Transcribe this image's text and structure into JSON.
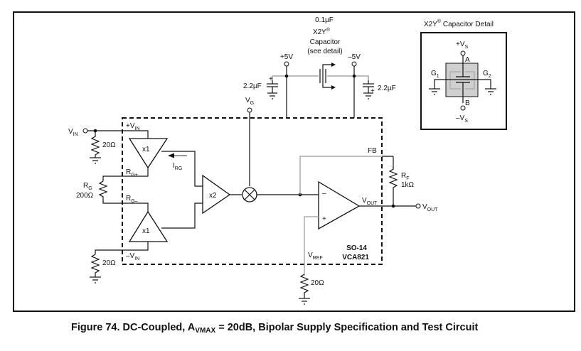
{
  "figure": {
    "caption_prefix": "Figure 74. DC-Coupled, A",
    "caption_sub": "VMAX",
    "caption_suffix": " = 20dB, Bipolar Supply Specification and Test Circuit"
  },
  "supply": {
    "x2y_value": "0.1µF",
    "x2y_name": "X2Y",
    "x2y_reg": "®",
    "x2y_type": "Capacitor",
    "x2y_note": "(see detail)",
    "pos_rail": "+5V",
    "neg_rail": "–5V",
    "cap_left": "2.2µF",
    "cap_right": "2.2µF",
    "plus": "+"
  },
  "detail": {
    "title_main": "X2Y",
    "title_reg": "®",
    "title_rest": " Capacitor Detail",
    "top_V": "+V",
    "top_sub": "S",
    "bottom_V": "–V",
    "bottom_sub": "S",
    "pin_a": "A",
    "pin_b": "B",
    "g1": "G",
    "g1_sub": "1",
    "g2": "G",
    "g2_sub": "2"
  },
  "circuit": {
    "vg": "V",
    "vg_sub": "G",
    "vin": "V",
    "vin_sub": "IN",
    "pvin": "+V",
    "pvin_sub": "IN",
    "nvin": "–V",
    "nvin_sub": "IN",
    "r_in_top": "20Ω",
    "r_in_bot": "20Ω",
    "rg": "R",
    "rg_sub": "G",
    "rg_value": "200Ω",
    "rgp": "R",
    "rgp_sub": "G+",
    "rgn": "R",
    "rgn_sub": "G–",
    "irg": "I",
    "irg_sub": "RG",
    "buf_top": "x1",
    "buf_bot": "x1",
    "amp_x2": "x2",
    "fb": "FB",
    "rf": "R",
    "rf_sub": "F",
    "rf_value": "1kΩ",
    "vout_int": "V",
    "vout_int_sub": "OUT",
    "vout_ext": "V",
    "vout_ext_sub": "OUT",
    "minus": "–",
    "plus": "+",
    "vref": "V",
    "vref_sub": "REF",
    "r_ref": "20Ω",
    "package": "SO-14",
    "part": "VCA821"
  }
}
